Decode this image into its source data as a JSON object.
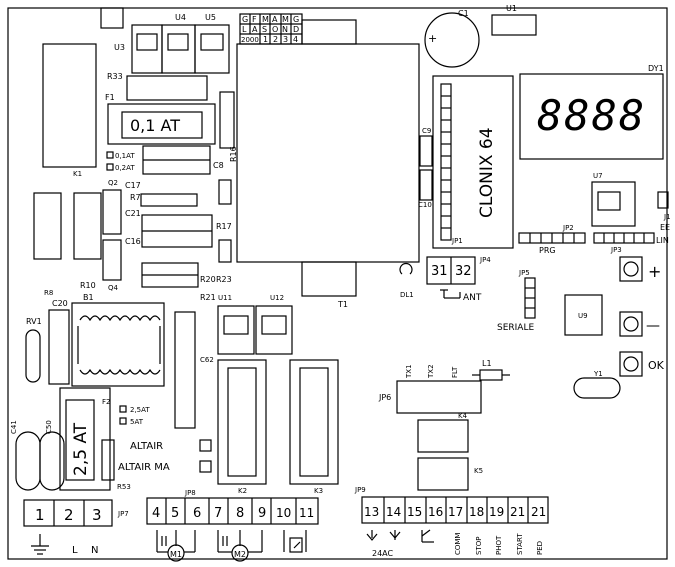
{
  "components": {
    "u1": "U1",
    "u3": "U3",
    "u4": "U4",
    "u5": "U5",
    "c1": "C1",
    "dy1": "DY1",
    "r33": "R33",
    "f1": "F1",
    "k1": "K1",
    "r16": "R16",
    "c8": "C8",
    "c9": "C9",
    "c10": "C10",
    "opt_01at": "0,1AT",
    "opt_02at": "0,2AT",
    "q2": "Q2",
    "c17": "C17",
    "r7": "R7",
    "c21": "C21",
    "r17": "R17",
    "c16": "C16",
    "r8": "R8",
    "r10": "R10",
    "q4": "Q4",
    "r20": "R20",
    "r23": "R23",
    "r21": "R21",
    "u7": "U7",
    "j1": "J1",
    "jp1": "JP1",
    "jp2": "JP2",
    "jp3": "JP3",
    "jp4": "JP4",
    "jp5": "JP5",
    "prg": "PRG",
    "ee": "EE",
    "lin": "LIN",
    "c20": "C20",
    "b1": "B1",
    "rv1": "RV1",
    "u11": "U11",
    "u12": "U12",
    "t1": "T1",
    "dl1": "DL1",
    "ant": "ANT",
    "seriale": "SERIALE",
    "u9": "U9",
    "c62": "C62",
    "tx1": "TX1",
    "tx2": "TX2",
    "flt": "FLT",
    "l1": "L1",
    "y1": "Y1",
    "jp6": "JP6",
    "k4": "K4",
    "k5": "K5",
    "c41": "C41",
    "c50": "C50",
    "f2": "F2",
    "opt_25at": "2,5AT",
    "opt_5at": "5AT",
    "altair": "ALTAIR",
    "altair_ma": "ALTAIR MA",
    "r53": "R53",
    "jp7": "JP7",
    "jp8": "JP8",
    "k2": "K2",
    "k3": "K3",
    "jp9": "JP9",
    "m1": "M1",
    "m2": "M2",
    "ac24": "24AC"
  },
  "fuses": {
    "f1_rating": "0,1 AT",
    "f2_rating": "2,5 AT"
  },
  "display": {
    "digits": "8888"
  },
  "clonix": {
    "label": "CLONIX 64"
  },
  "date_table": {
    "row1": [
      "G",
      "F",
      "M",
      "A",
      "M",
      "G"
    ],
    "row2": [
      "L",
      "A",
      "S",
      "O",
      "N",
      "D"
    ],
    "row3": [
      "2000",
      "1",
      "2",
      "3",
      "4"
    ]
  },
  "buttons": {
    "plus": "+",
    "minus": "—",
    "ok": "OK"
  },
  "antenna_terminals": [
    "31",
    "32"
  ],
  "terminals_jp7": [
    "1",
    "2",
    "3"
  ],
  "terminals_jp8": [
    "4",
    "5",
    "6",
    "7",
    "8",
    "9",
    "10",
    "11"
  ],
  "terminals_jp9": [
    "13",
    "14",
    "15",
    "16",
    "17",
    "18",
    "19",
    "21",
    "21"
  ],
  "jp7_labels": {
    "l": "L",
    "n": "N"
  },
  "jp9_labels": [
    "COMM",
    "STOP",
    "PHOT",
    "START",
    "PED"
  ]
}
